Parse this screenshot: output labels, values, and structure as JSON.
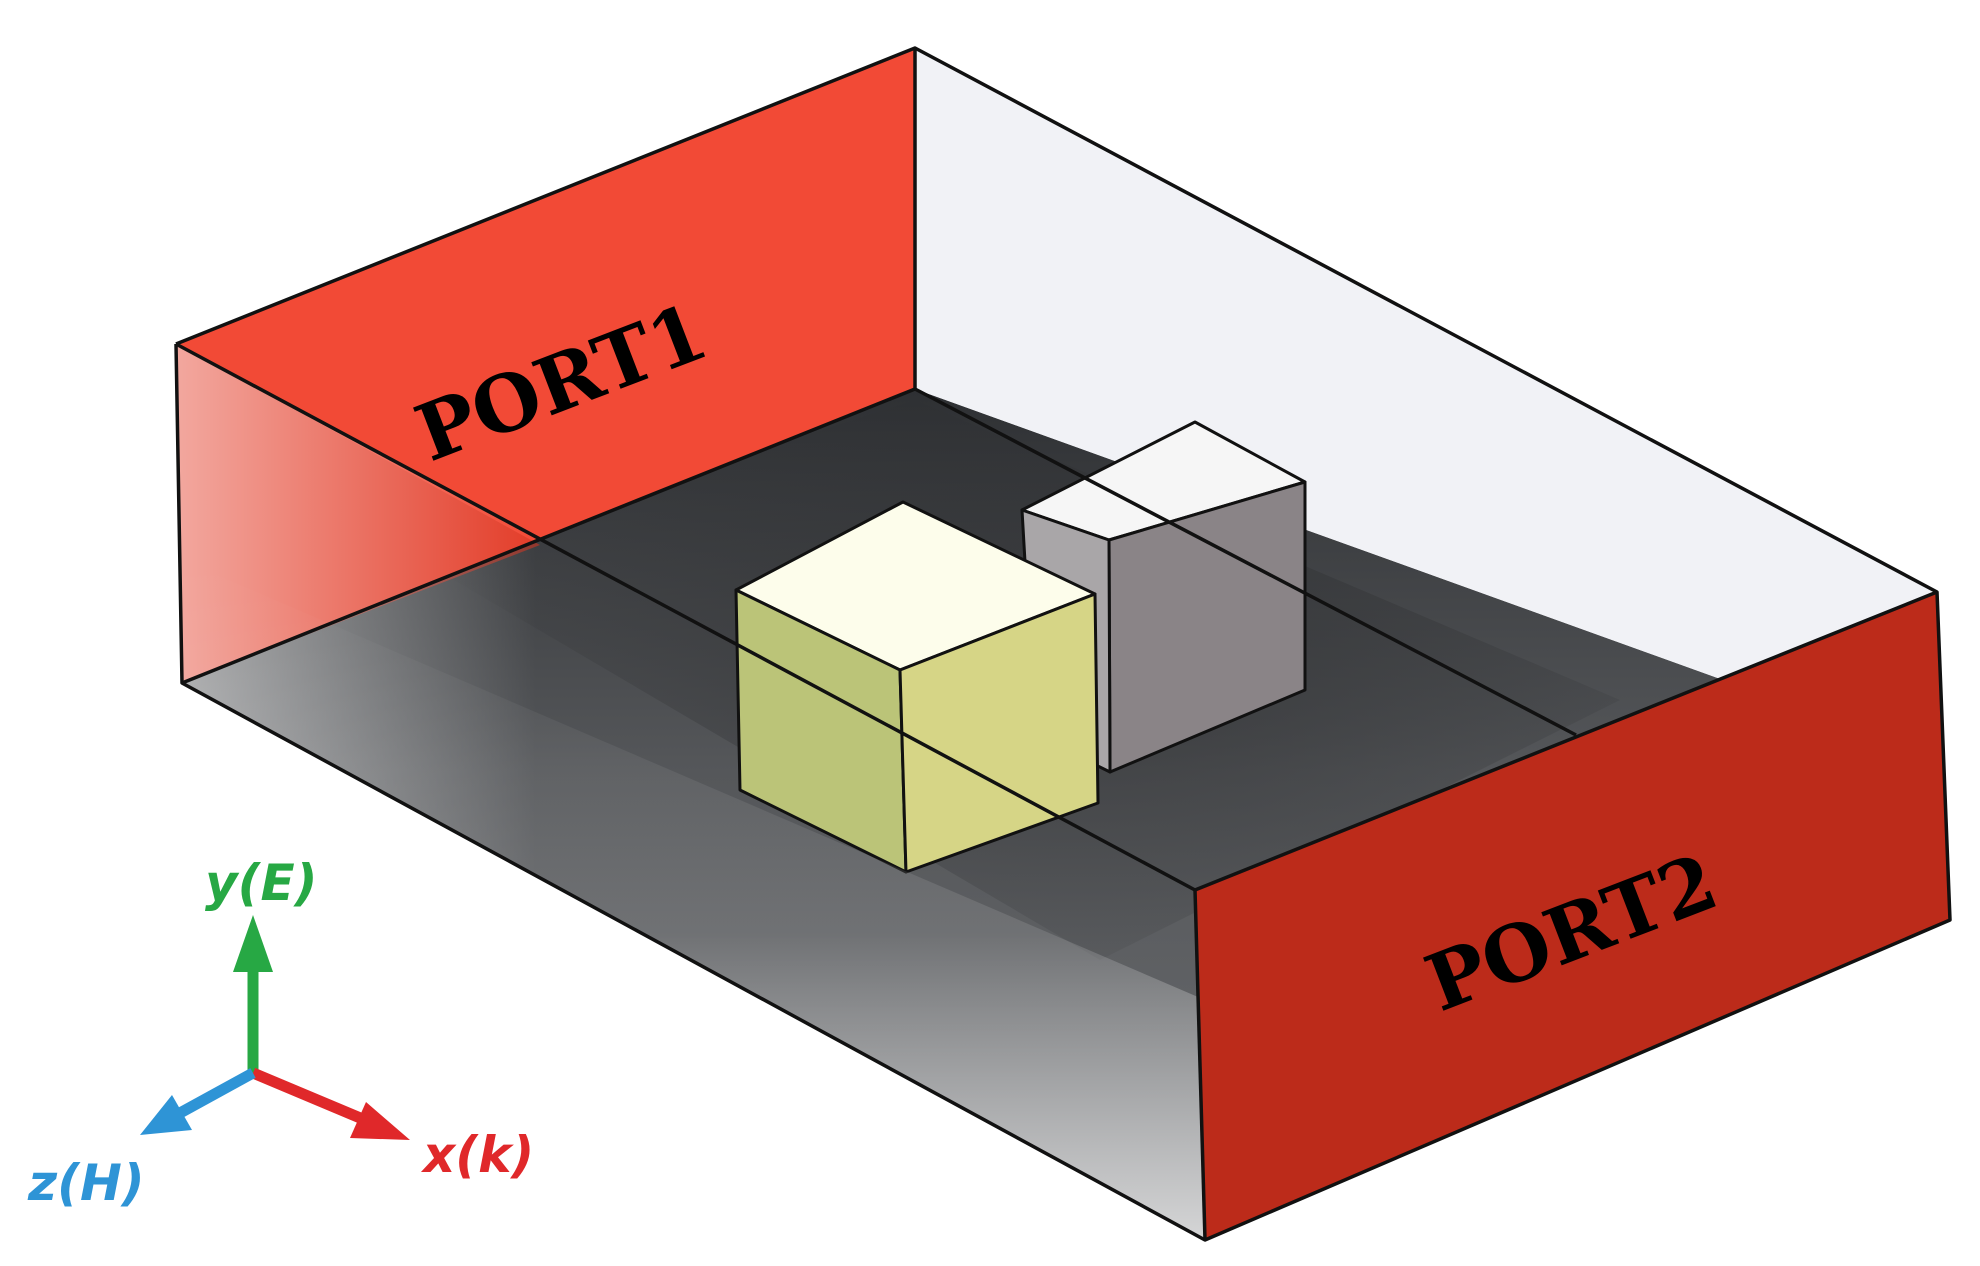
{
  "ports": {
    "port1": "PORT1",
    "port2": "PORT2"
  },
  "axes": {
    "y": "y(E)",
    "x": "x(k)",
    "z": "z(H)"
  },
  "colors": {
    "port": "#f24a36",
    "port_dark": "#bc2b1a",
    "floor": "#55575a",
    "back_wall": "#f1f2f6",
    "cube_top": "#fdfdeb",
    "cube_front": "#bbc478",
    "cube_side": "#d6d586",
    "block_top": "#f6f6f6",
    "block_front": "#8a8487",
    "block_side": "#a9a6a8",
    "axis_y": "#27a844",
    "axis_x": "#e0282a",
    "axis_z": "#2e94d6"
  }
}
